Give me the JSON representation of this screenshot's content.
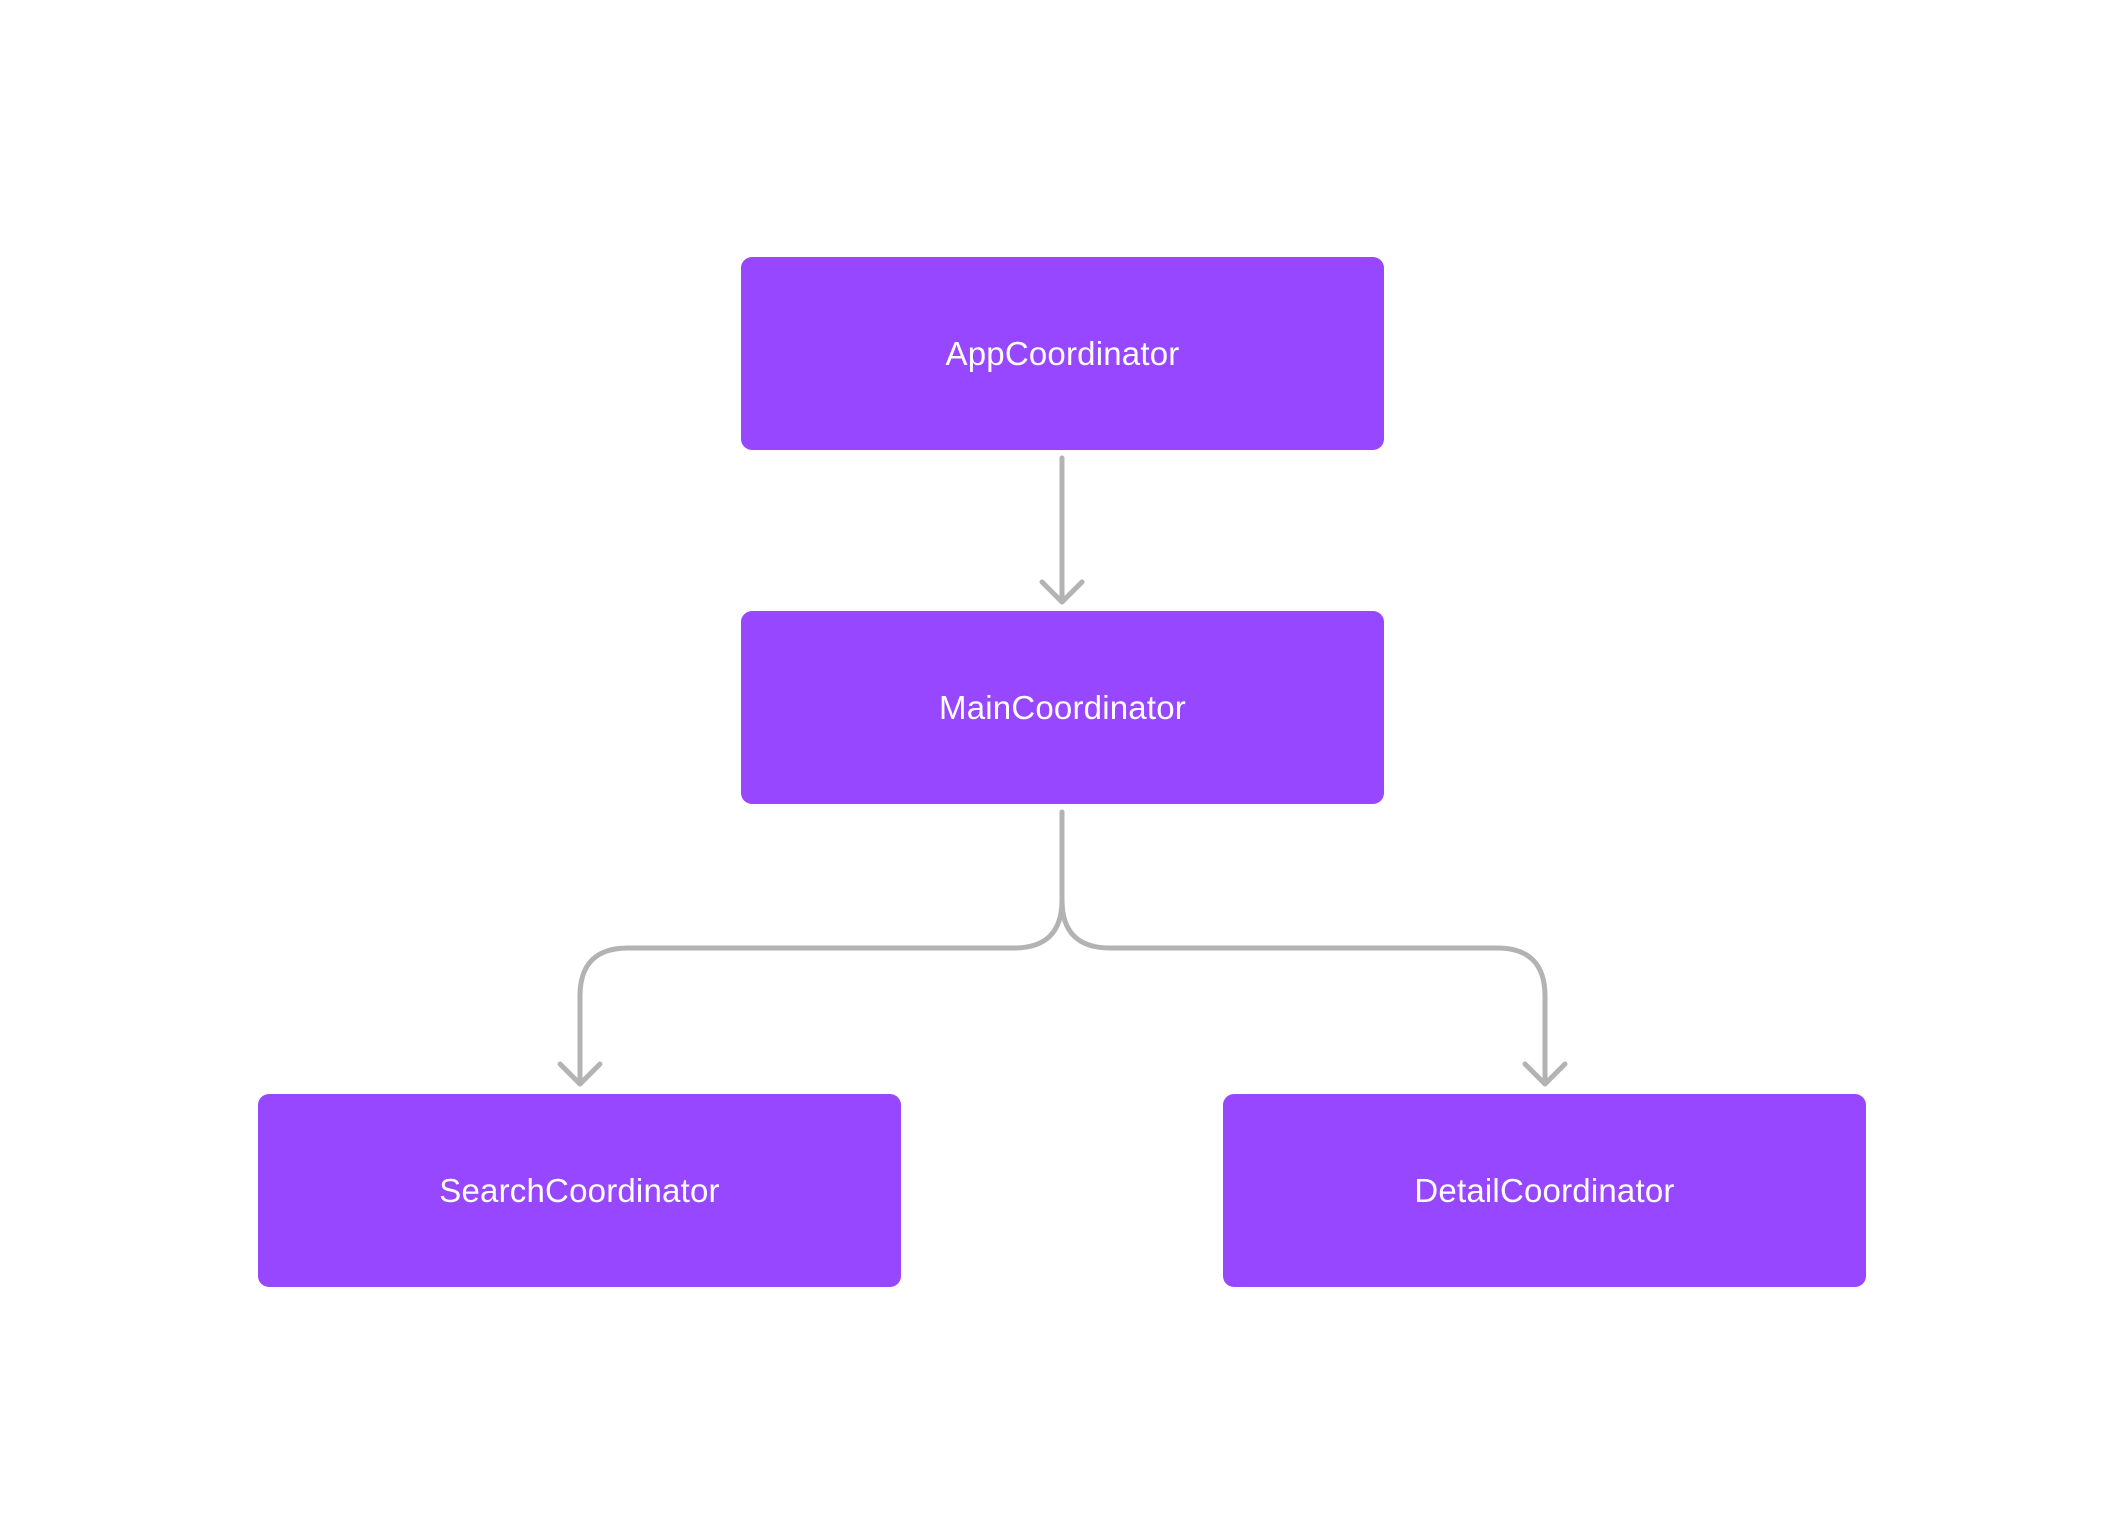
{
  "diagram": {
    "nodes": {
      "app": "AppCoordinator",
      "main": "MainCoordinator",
      "search": "SearchCoordinator",
      "detail": "DetailCoordinator"
    },
    "edges": [
      {
        "from": "AppCoordinator",
        "to": "MainCoordinator"
      },
      {
        "from": "MainCoordinator",
        "to": "SearchCoordinator"
      },
      {
        "from": "MainCoordinator",
        "to": "DetailCoordinator"
      }
    ],
    "colors": {
      "node_fill": "#9747ff",
      "node_text": "#ffffff",
      "connector": "#b3b3b3",
      "background": "#ffffff"
    }
  }
}
